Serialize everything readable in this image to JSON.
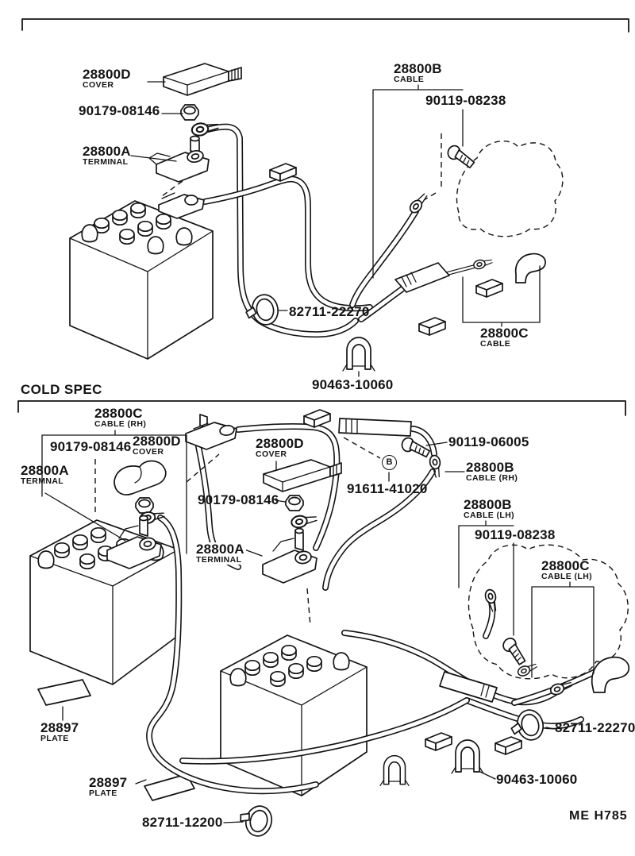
{
  "top_section": {
    "callouts": {
      "cover": {
        "part": "28800D",
        "sub": "COVER"
      },
      "nut": {
        "part": "90179-08146",
        "sub": ""
      },
      "terminal": {
        "part": "28800A",
        "sub": "TERMINAL"
      },
      "cable_b": {
        "part": "28800B",
        "sub": "CABLE"
      },
      "bolt": {
        "part": "90119-08238",
        "sub": ""
      },
      "clamp": {
        "part": "82711-22270",
        "sub": ""
      },
      "cable_c": {
        "part": "28800C",
        "sub": "CABLE"
      },
      "clip": {
        "part": "90463-10060",
        "sub": ""
      }
    }
  },
  "cold_section": {
    "title": "COLD SPEC",
    "callouts": {
      "cable_c_rh": {
        "part": "28800C",
        "sub": "CABLE (RH)"
      },
      "nut_left": {
        "part": "90179-08146",
        "sub": ""
      },
      "cover_left": {
        "part": "28800D",
        "sub": "COVER"
      },
      "terminal_left": {
        "part": "28800A",
        "sub": "TERMNAL"
      },
      "cover_mid": {
        "part": "28800D",
        "sub": "COVER"
      },
      "nut_mid": {
        "part": "90179-08146",
        "sub": ""
      },
      "terminal_mid": {
        "part": "28800A",
        "sub": "TERMINAL"
      },
      "bolt_06005": {
        "part": "90119-06005",
        "sub": ""
      },
      "bolt_ref": {
        "part": "91611-41020",
        "sub": "",
        "marker": "B"
      },
      "cable_b_rh": {
        "part": "28800B",
        "sub": "CABLE (RH)"
      },
      "cable_b_lh": {
        "part": "28800B",
        "sub": "CABLE (LH)"
      },
      "bolt_08238": {
        "part": "90119-08238",
        "sub": ""
      },
      "cable_c_lh": {
        "part": "28800C",
        "sub": "CABLE (LH)"
      },
      "plate_1": {
        "part": "28897",
        "sub": "PLATE"
      },
      "plate_2": {
        "part": "28897",
        "sub": "PLATE"
      },
      "clamp_12200": {
        "part": "82711-12200",
        "sub": ""
      },
      "clamp_22270": {
        "part": "82711-22270",
        "sub": ""
      },
      "clip_10060": {
        "part": "90463-10060",
        "sub": ""
      }
    }
  },
  "footer": {
    "drawing_code": "ME H785"
  }
}
